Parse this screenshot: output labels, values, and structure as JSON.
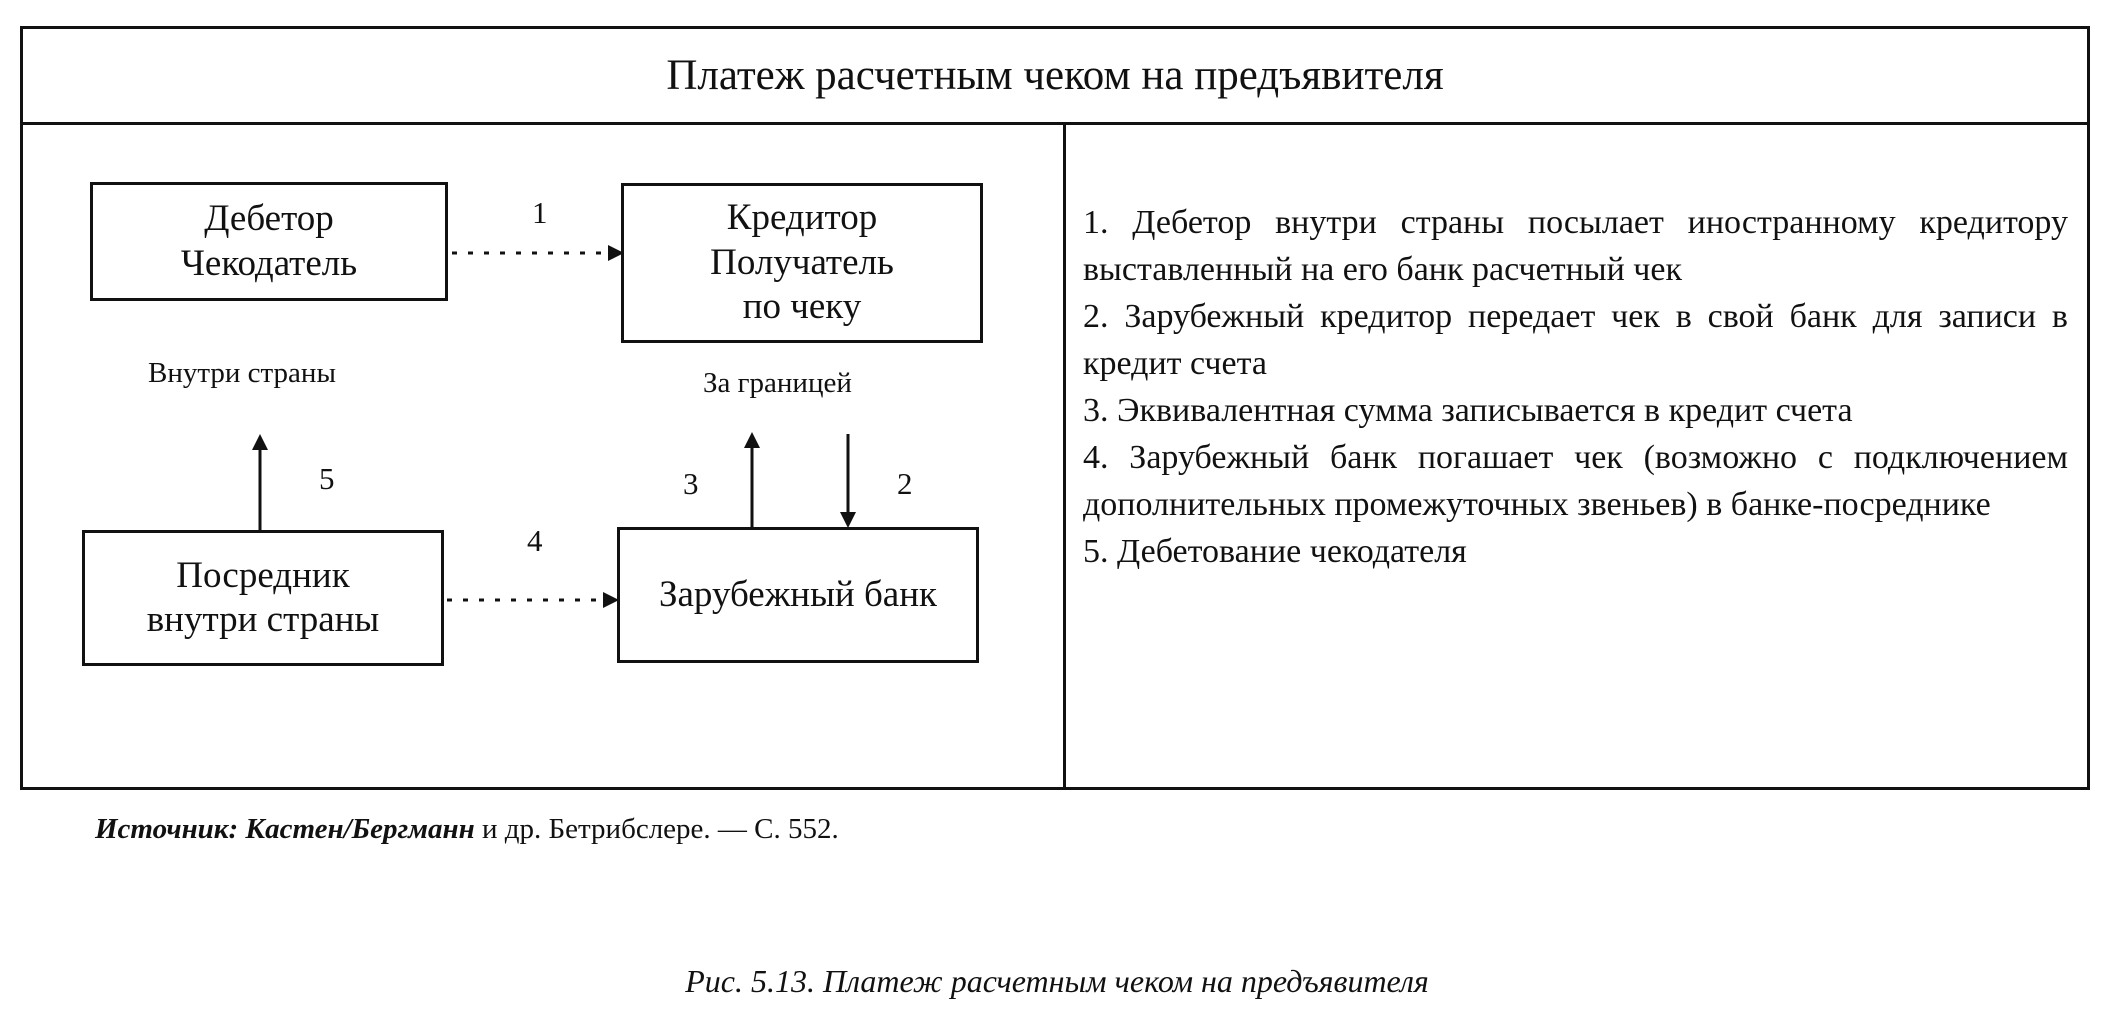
{
  "title": "Платеж расчетным чеком на предъявителя",
  "nodes": {
    "debtor": [
      "Дебетор",
      "Чекодатель"
    ],
    "creditor": [
      "Кредитор",
      "Получатель",
      "по чеку"
    ],
    "intermediary": [
      "Посредник",
      "внутри страны"
    ],
    "foreign_bank": [
      "Зарубежный банк"
    ]
  },
  "labels": {
    "domestic": "Внутри страны",
    "abroad": "За границей"
  },
  "arrow_numbers": {
    "n1": "1",
    "n2": "2",
    "n3": "3",
    "n4": "4",
    "n5": "5"
  },
  "steps": [
    "1. Дебетор внутри страны посылает иностранному кредитору выставленный на его банк расчетный чек",
    "2. Зарубежный кредитор передает чек в свой банк для записи в кредит счета",
    "3. Эквивалентная сумма записывается в кредит счета",
    "4. Зарубежный банк погашает чек (возможно с подключением дополнительных промежуточных звеньев) в банке-посреднике",
    "5. Дебетование чекодателя"
  ],
  "source": {
    "prefix": "Источник:",
    "authors": "Кастен/Бергманн",
    "rest": "и др. Бетрибслере. — С. 552."
  },
  "caption": "Рис. 5.13. Платеж расчетным чеком на предъявителя"
}
